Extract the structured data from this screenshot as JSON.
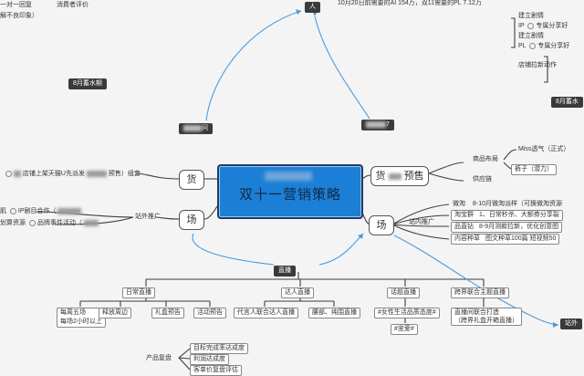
{
  "center": {
    "title": "双十一营销策略"
  },
  "left": {
    "huo": "货",
    "chang": "场",
    "huo_text_a": "店铺上架天猫U先派发",
    "huo_text_b": "预售）组套",
    "zhanwai": "站外推广",
    "ip_line_a": "肌",
    "ip_line_b": "IP剧目合作（",
    "ip_line_c": "划算资源",
    "ip_line_d": "品牌事件活动（",
    "top_a": "一对一回复",
    "top_b": "消费者评价",
    "top_c": "解不良印象）",
    "august_stock": "8月蓄水期"
  },
  "right": {
    "huo_presale": "货",
    "huo_presale_b": "预售",
    "product_layout": "商品布局",
    "miss": "Miss透气（正式）",
    "pants": "裤子（潜力）",
    "supply": "供应链",
    "chang": "场",
    "zhannei": "站内推广",
    "rows": [
      "微淘",
      "淘宝群",
      "品直钻",
      "内容种草"
    ],
    "row_texts": [
      "8-10月微淘派样（可换微淘资源",
      "1、日常秒杀、大额券分享裂",
      "8-9月测款拉新，优化创意图",
      "图文种草100篇   短视频50"
    ],
    "ip_a": "IP",
    "ip_a_txt1": "建立剧情",
    "ip_a_txt2": "专属分享好",
    "pl": "PL",
    "pl_txt1": "建立剧情",
    "pl_txt2": "专属分享好",
    "shop_action": "店铺拉新动作",
    "august_stock": "8月蓄水",
    "station_out": "站外",
    "top_line": "10月20日前需要的AI 154万，双11需要的PL 7.12万"
  },
  "top": {
    "people": "人"
  },
  "live": {
    "title": "直播",
    "cats": [
      "日常直播",
      "达人直播",
      "话题直播",
      "跨界联合主题直播"
    ],
    "items": [
      "每周五场\n每场2小时以上",
      "释放周边",
      "礼盒预告",
      "活动预告",
      "代言人联合达人直播",
      "腰部、纯围直播",
      "#女性生活品质态度#",
      "#宠爱#"
    ],
    "cross_line": "直播间联合打造\n（跨界礼盒开箱直播）"
  },
  "review": {
    "label": "产品复盘",
    "items": [
      "目标完成率达成度",
      "利润达成度",
      "客单价复盘评估"
    ]
  },
  "misc": {
    "question_1": "问",
    "question_2": "7"
  }
}
